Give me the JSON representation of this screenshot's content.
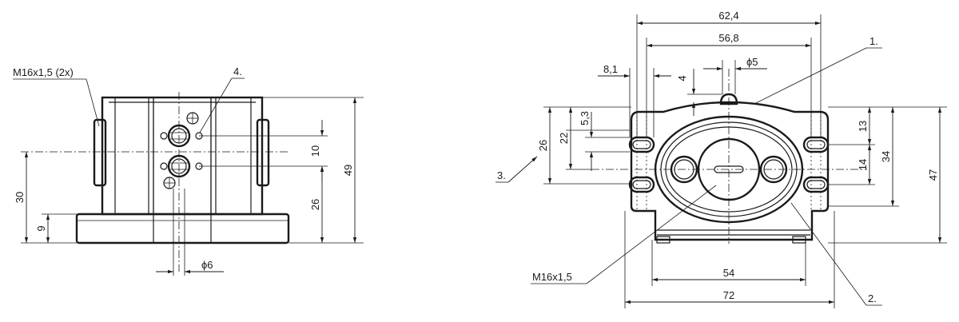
{
  "left_view": {
    "thread_label": "M16x1,5 (2x)",
    "item_4": "4.",
    "dim_10": "10",
    "dim_26": "26",
    "dim_49": "49",
    "dim_30": "30",
    "dim_9": "9",
    "dim_dia6": "ϕ6"
  },
  "right_view": {
    "dim_62_4": "62,4",
    "dim_56_8": "56,8",
    "dim_8_1": "8,1",
    "dim_4": "4",
    "dim_dia5": "ϕ5",
    "item_1": "1.",
    "dim_5_3": "5,3",
    "dim_22": "22",
    "dim_26": "26",
    "item_3": "3.",
    "dim_13": "13",
    "dim_14": "14",
    "dim_34": "34",
    "dim_47": "47",
    "thread_label": "M16x1,5",
    "dim_54": "54",
    "dim_72": "72",
    "item_2": "2."
  }
}
